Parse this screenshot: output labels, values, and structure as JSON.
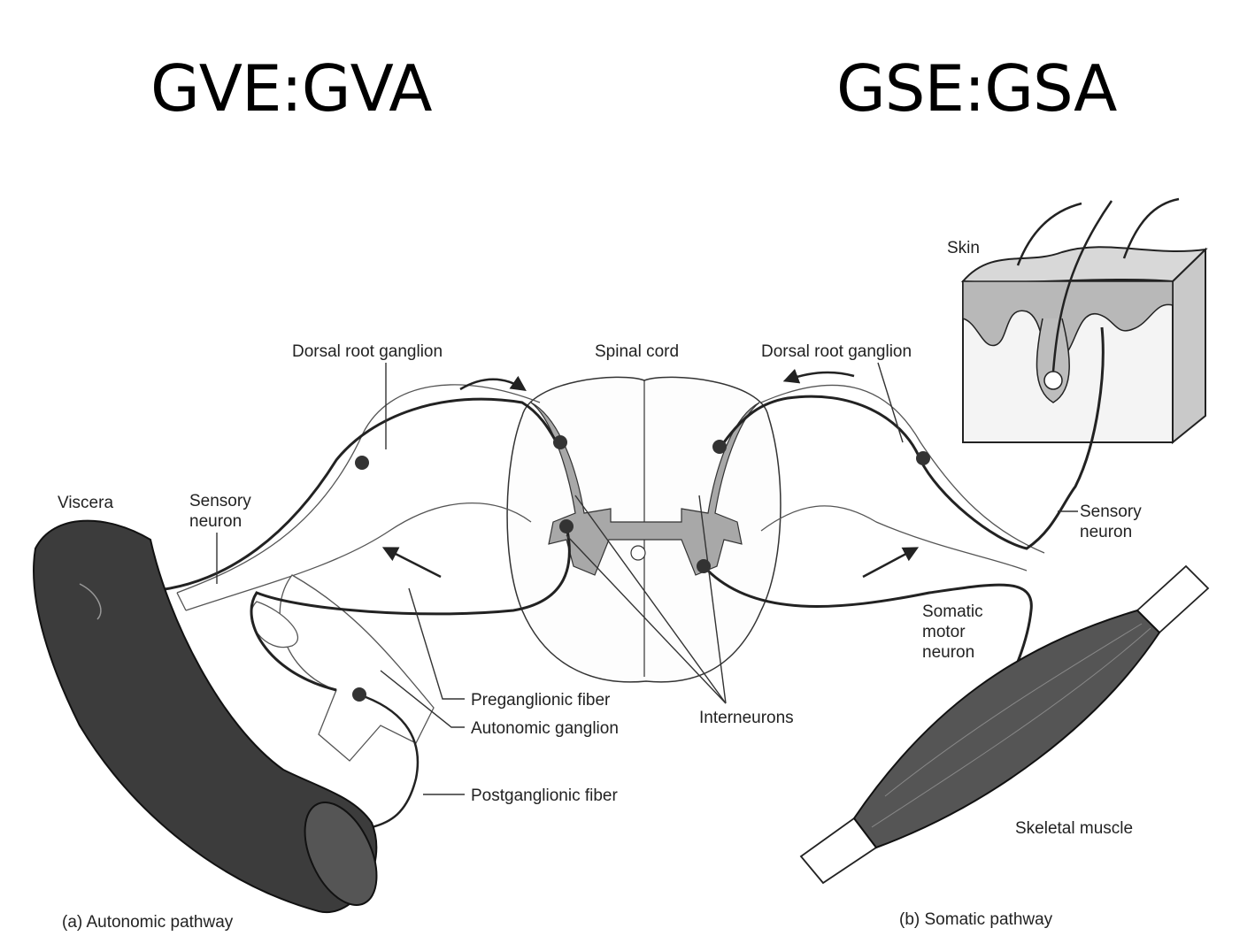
{
  "titles": {
    "left": "GVE:GVA",
    "right": "GSE:GSA"
  },
  "labels": {
    "skin": "Skin",
    "dorsal_root_left": "Dorsal root ganglion",
    "spinal_cord": "Spinal cord",
    "dorsal_root_right": "Dorsal root ganglion",
    "viscera": "Viscera",
    "sensory_left_1": "Sensory",
    "sensory_left_2": "neuron",
    "sensory_right_1": "Sensory",
    "sensory_right_2": "neuron",
    "somatic_1": "Somatic",
    "somatic_2": "motor",
    "somatic_3": "neuron",
    "preganglionic": "Preganglionic fiber",
    "autonomic_ganglion": "Autonomic ganglion",
    "interneurons": "Interneurons",
    "postganglionic": "Postganglionic fiber",
    "skeletal_muscle": "Skeletal muscle",
    "caption_a": "(a) Autonomic pathway",
    "caption_b": "(b) Somatic pathway"
  }
}
